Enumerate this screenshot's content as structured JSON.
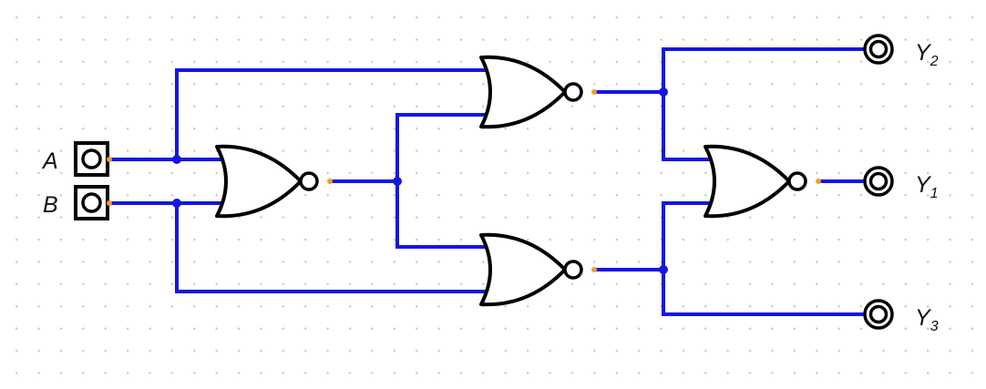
{
  "inputs": [
    {
      "id": "A",
      "label": "A"
    },
    {
      "id": "B",
      "label": "B"
    }
  ],
  "outputs": [
    {
      "id": "Y2",
      "label": "Y",
      "sub": "2"
    },
    {
      "id": "Y1",
      "label": "Y",
      "sub": "1"
    },
    {
      "id": "Y3",
      "label": "Y",
      "sub": "3"
    }
  ],
  "gates": [
    {
      "id": "G1",
      "type": "NOR",
      "inputs": [
        "A",
        "B"
      ]
    },
    {
      "id": "G2",
      "type": "NOR",
      "inputs": [
        "A",
        "G1"
      ]
    },
    {
      "id": "G3",
      "type": "NOR",
      "inputs": [
        "G1",
        "B"
      ]
    },
    {
      "id": "G4",
      "type": "NOR",
      "inputs": [
        "G2",
        "G3"
      ]
    }
  ],
  "connections": {
    "Y2": "G2",
    "Y1": "G4",
    "Y3": "G3"
  },
  "colors": {
    "wire": "#1515e6",
    "pin": "#f0a020",
    "gate_stroke": "#000000",
    "grid_dot": "#c4c4c4"
  }
}
